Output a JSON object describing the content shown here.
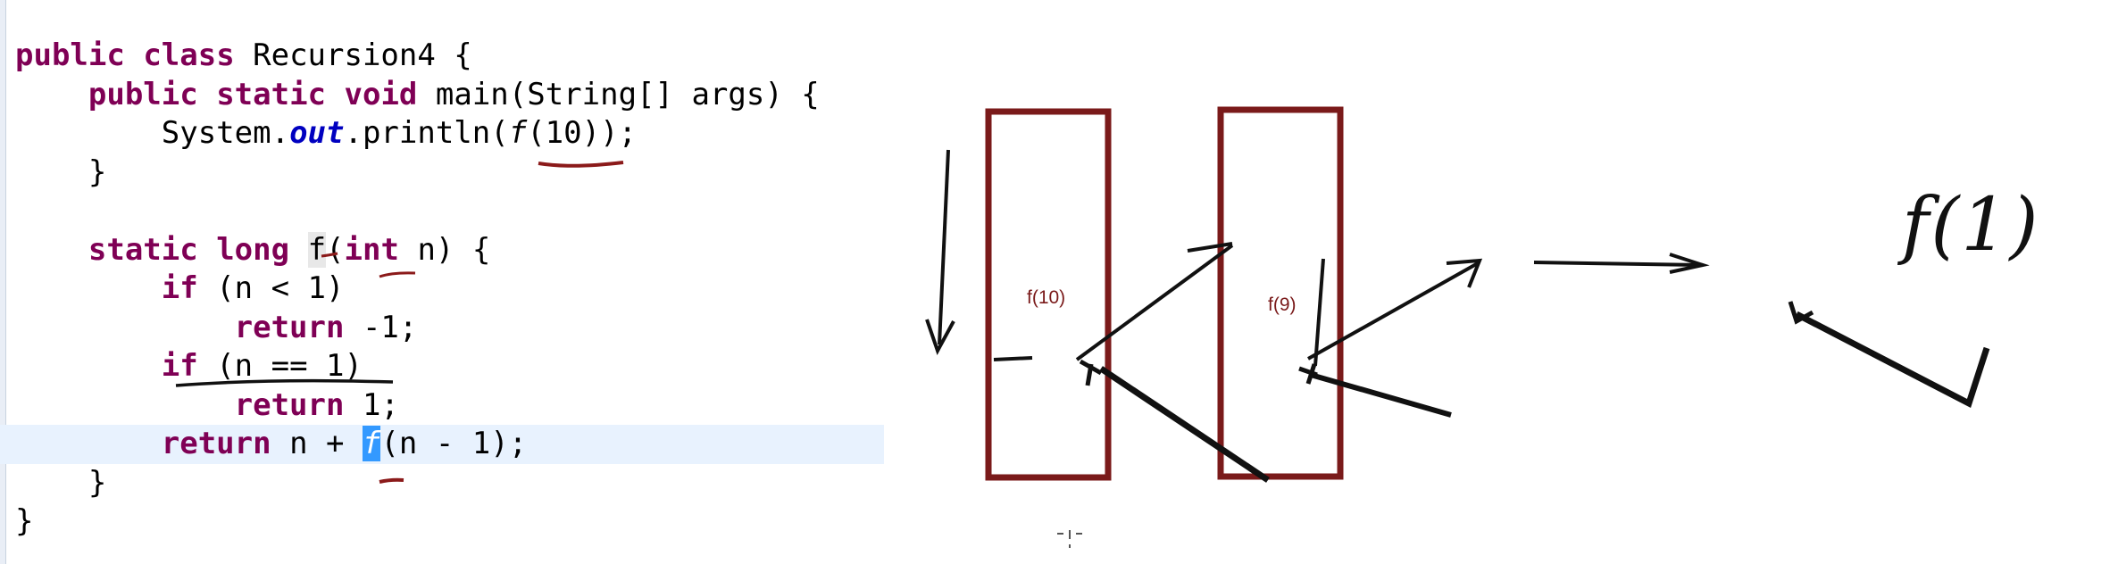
{
  "code": {
    "lines": [
      {
        "indent": "",
        "parts": [
          {
            "t": "public",
            "c": "kw"
          },
          {
            "t": " "
          },
          {
            "t": "class",
            "c": "kw"
          },
          {
            "t": " Recursion4 {"
          }
        ]
      },
      {
        "indent": "    ",
        "parts": [
          {
            "t": "public",
            "c": "kw"
          },
          {
            "t": " "
          },
          {
            "t": "static",
            "c": "kw"
          },
          {
            "t": " "
          },
          {
            "t": "void",
            "c": "kw"
          },
          {
            "t": " main(String[] args) {"
          }
        ]
      },
      {
        "indent": "        ",
        "parts": [
          {
            "t": "System."
          },
          {
            "t": "out",
            "c": "ital"
          },
          {
            "t": ".println("
          },
          {
            "t": "f",
            "c": "call"
          },
          {
            "t": "(10));"
          }
        ]
      },
      {
        "indent": "    ",
        "parts": [
          {
            "t": "}"
          }
        ]
      },
      {
        "indent": "",
        "parts": []
      },
      {
        "indent": "    ",
        "parts": [
          {
            "t": "static",
            "c": "kw"
          },
          {
            "t": " "
          },
          {
            "t": "long",
            "c": "kw"
          },
          {
            "t": " "
          },
          {
            "t": "f",
            "c": "mark"
          },
          {
            "t": "("
          },
          {
            "t": "int",
            "c": "kw"
          },
          {
            "t": " n) {"
          }
        ]
      },
      {
        "indent": "        ",
        "parts": [
          {
            "t": "if",
            "c": "kw"
          },
          {
            "t": " (n < 1)"
          }
        ]
      },
      {
        "indent": "            ",
        "parts": [
          {
            "t": "return",
            "c": "kw"
          },
          {
            "t": " -1;"
          }
        ]
      },
      {
        "indent": "        ",
        "parts": [
          {
            "t": "if",
            "c": "kw"
          },
          {
            "t": " (n == 1)"
          }
        ]
      },
      {
        "indent": "            ",
        "parts": [
          {
            "t": "return",
            "c": "kw"
          },
          {
            "t": " 1;"
          }
        ]
      },
      {
        "indent": "        ",
        "current": true,
        "parts": [
          {
            "t": "return",
            "c": "kw"
          },
          {
            "t": " n + "
          },
          {
            "t": "f",
            "c": "sel"
          },
          {
            "t": "(n - 1);"
          }
        ]
      },
      {
        "indent": "    ",
        "parts": [
          {
            "t": "}"
          }
        ]
      },
      {
        "indent": "",
        "parts": [
          {
            "t": "}"
          }
        ]
      }
    ]
  },
  "whiteboard": {
    "box1_label": "f(10)",
    "box2_label": "f(9)",
    "handwritten_note": "f(1)"
  },
  "colors": {
    "keyword": "#7f0055",
    "field": "#0000c0",
    "selection": "#3399ff",
    "current_line": "#e8f2fe",
    "box_stroke": "#7a1a1a",
    "underline_ink": "#8b1a1a",
    "pen_ink": "#111111"
  }
}
